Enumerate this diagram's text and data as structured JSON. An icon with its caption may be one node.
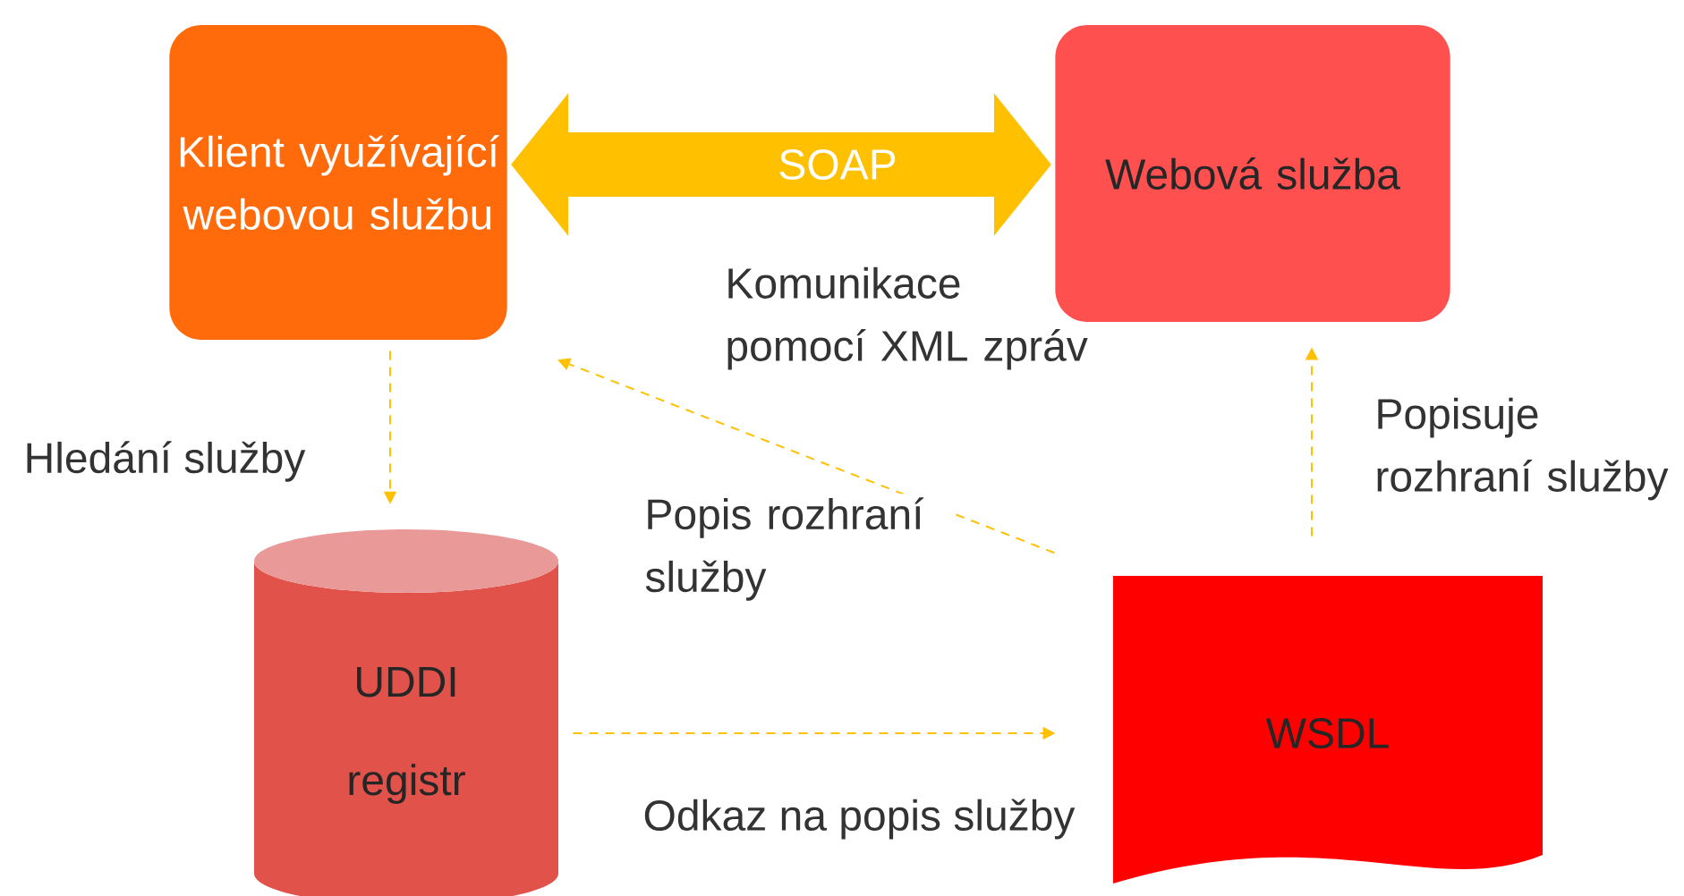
{
  "diagram": {
    "nodes": [
      {
        "text": [
          "Klient využívající webovou službu"
        ]
      },
      {
        "text": [
          "Webová služba"
        ]
      },
      {
        "text": [
          "UDDI",
          "registr"
        ]
      },
      {
        "text": [
          "WSDL"
        ]
      }
    ],
    "edges": [
      {
        "from": 0,
        "to": 1,
        "arrow": "both",
        "label": "SOAP",
        "style": "thick"
      },
      {
        "from": 0,
        "to": 2,
        "arrow": "to",
        "label": "Hledání služby",
        "style": "dashed"
      },
      {
        "from": 3,
        "to": 0,
        "arrow": "to",
        "label": "Popis rozhraní služby",
        "style": "dashed"
      },
      {
        "from": 3,
        "to": 1,
        "arrow": "to",
        "label": "Popisuje rozhraní služby",
        "style": "dashed"
      },
      {
        "from": 2,
        "to": 3,
        "arrow": "to",
        "label": "Odkaz na popis služby",
        "style": "dashed"
      }
    ],
    "labels": [
      "Komunikace pomocí XML zpráv"
    ]
  }
}
